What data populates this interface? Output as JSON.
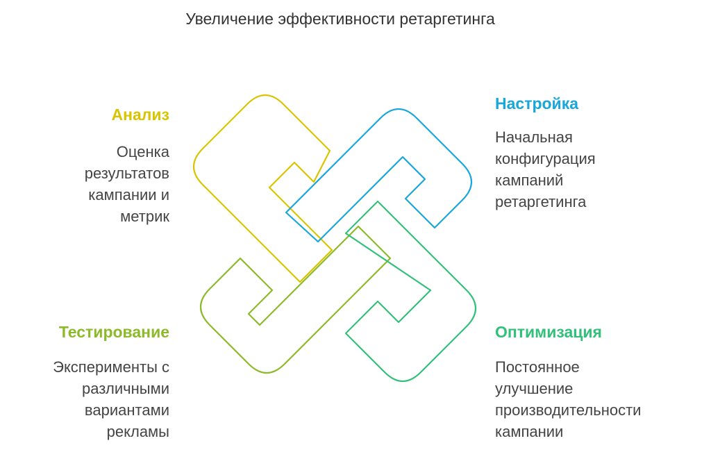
{
  "title": "Увеличение эффективности ретаргетинга",
  "colors": {
    "analiz": "#d9c400",
    "nastroyka": "#19a6db",
    "testirovanie": "#8cba2b",
    "optimizatsiya": "#33c07a"
  },
  "sections": {
    "analiz": {
      "heading": "Анализ",
      "lines": [
        "Оценка",
        "результатов",
        "кампании и",
        "метрик"
      ]
    },
    "nastroyka": {
      "heading": "Настройка",
      "lines": [
        "Начальная",
        "конфигурация",
        "кампаний",
        "ретаргетинга"
      ]
    },
    "testirovanie": {
      "heading": "Тестирование",
      "lines": [
        "Эксперименты с",
        "различными",
        "вариантами",
        "рекламы"
      ]
    },
    "optimizatsiya": {
      "heading": "Оптимизация",
      "lines": [
        "Постоянное",
        "улучшение",
        "производительности",
        "кампании"
      ]
    }
  }
}
